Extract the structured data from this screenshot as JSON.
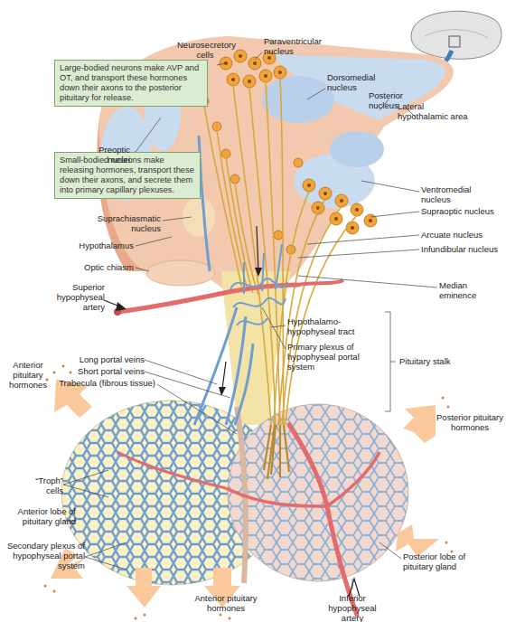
{
  "diagram": {
    "nodes": [
      {
        "text": [
          "Large-bodied neurons make AVP and OT, and transport these hormones down their axons to the posterior pituitary for release."
        ]
      },
      {
        "text": [
          "Small-bodied neurons make releasing hormones, transport these down their axons, and secrete them into primary capillary plexuses."
        ]
      }
    ],
    "labels": [
      "Neurosecretory cells",
      "Paraventricular nucleus",
      "Dorsomedial nucleus",
      "Posterior nucleus",
      "Lateral hypothalamic area",
      "Preoptic nuclei",
      "Ventromedial nucleus",
      "Supraoptic nucleus",
      "Arcuate nucleus",
      "Infundibular nucleus",
      "Suprachiasmatic nucleus",
      "Hypothalamus",
      "Optic chiasm",
      "Median eminence",
      "Superior hypophyseal artery",
      "Hypothalamo-hypophyseal tract",
      "Primary plexus of hypophyseal portal system",
      "Pituitary stalk",
      "Long portal veins",
      "Short portal veins",
      "Trabecula (fibrous tissue)",
      "Anterior pituitary hormones",
      "Posterior pituitary hormones",
      "“Troph” cells",
      "Anterior lobe of pituitary gland",
      "Secondary plexus of hypophyseal portal system",
      "Anterior pituitary hormones",
      "Inferior hypophyseal artery",
      "Posterior lobe of pituitary gland"
    ]
  }
}
